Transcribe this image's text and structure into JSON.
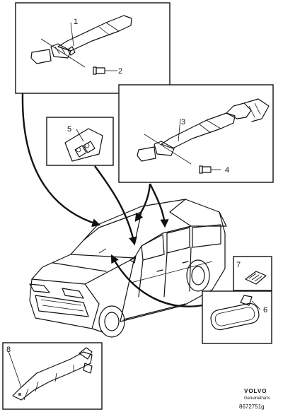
{
  "callouts": [
    {
      "id": "1",
      "label": "1"
    },
    {
      "id": "2",
      "label": "2"
    },
    {
      "id": "3",
      "label": "3"
    },
    {
      "id": "4",
      "label": "4"
    },
    {
      "id": "5",
      "label": "5"
    },
    {
      "id": "6",
      "label": "6"
    },
    {
      "id": "7",
      "label": "7"
    },
    {
      "id": "8",
      "label": "8"
    }
  ],
  "footer": {
    "brand": "VOLVO",
    "tagline": "GenuineParts",
    "drawing_code": "8672751g"
  }
}
